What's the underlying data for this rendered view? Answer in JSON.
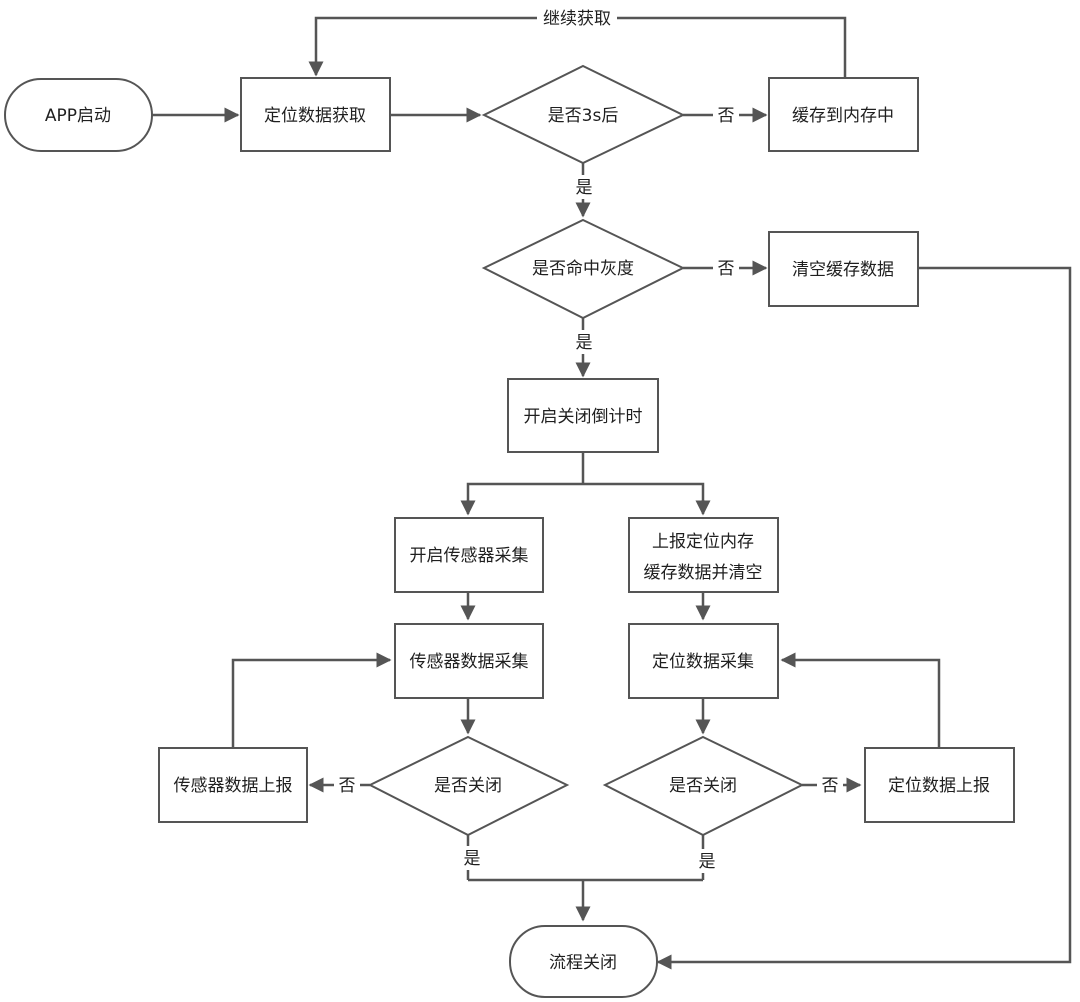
{
  "nodes": {
    "app_start": "APP启动",
    "get_location": "定位数据获取",
    "after_3s": "是否3s后",
    "cache_memory": "缓存到内存中",
    "gray_hit": "是否命中灰度",
    "clear_cache": "清空缓存数据",
    "close_countdown": "开启关闭倒计时",
    "start_sensor": "开启传感器采集",
    "report_cache_line1": "上报定位内存",
    "report_cache_line2": "缓存数据并清空",
    "sensor_collect": "传感器数据采集",
    "location_collect": "定位数据采集",
    "closed_left": "是否关闭",
    "closed_right": "是否关闭",
    "sensor_report": "传感器数据上报",
    "location_report": "定位数据上报",
    "flow_end": "流程关闭"
  },
  "edge_labels": {
    "continue_fetch": "继续获取",
    "no_3s": "否",
    "yes_3s": "是",
    "no_gray": "否",
    "yes_gray": "是",
    "no_left": "否",
    "yes_left": "是",
    "no_right": "否",
    "yes_right": "是"
  }
}
